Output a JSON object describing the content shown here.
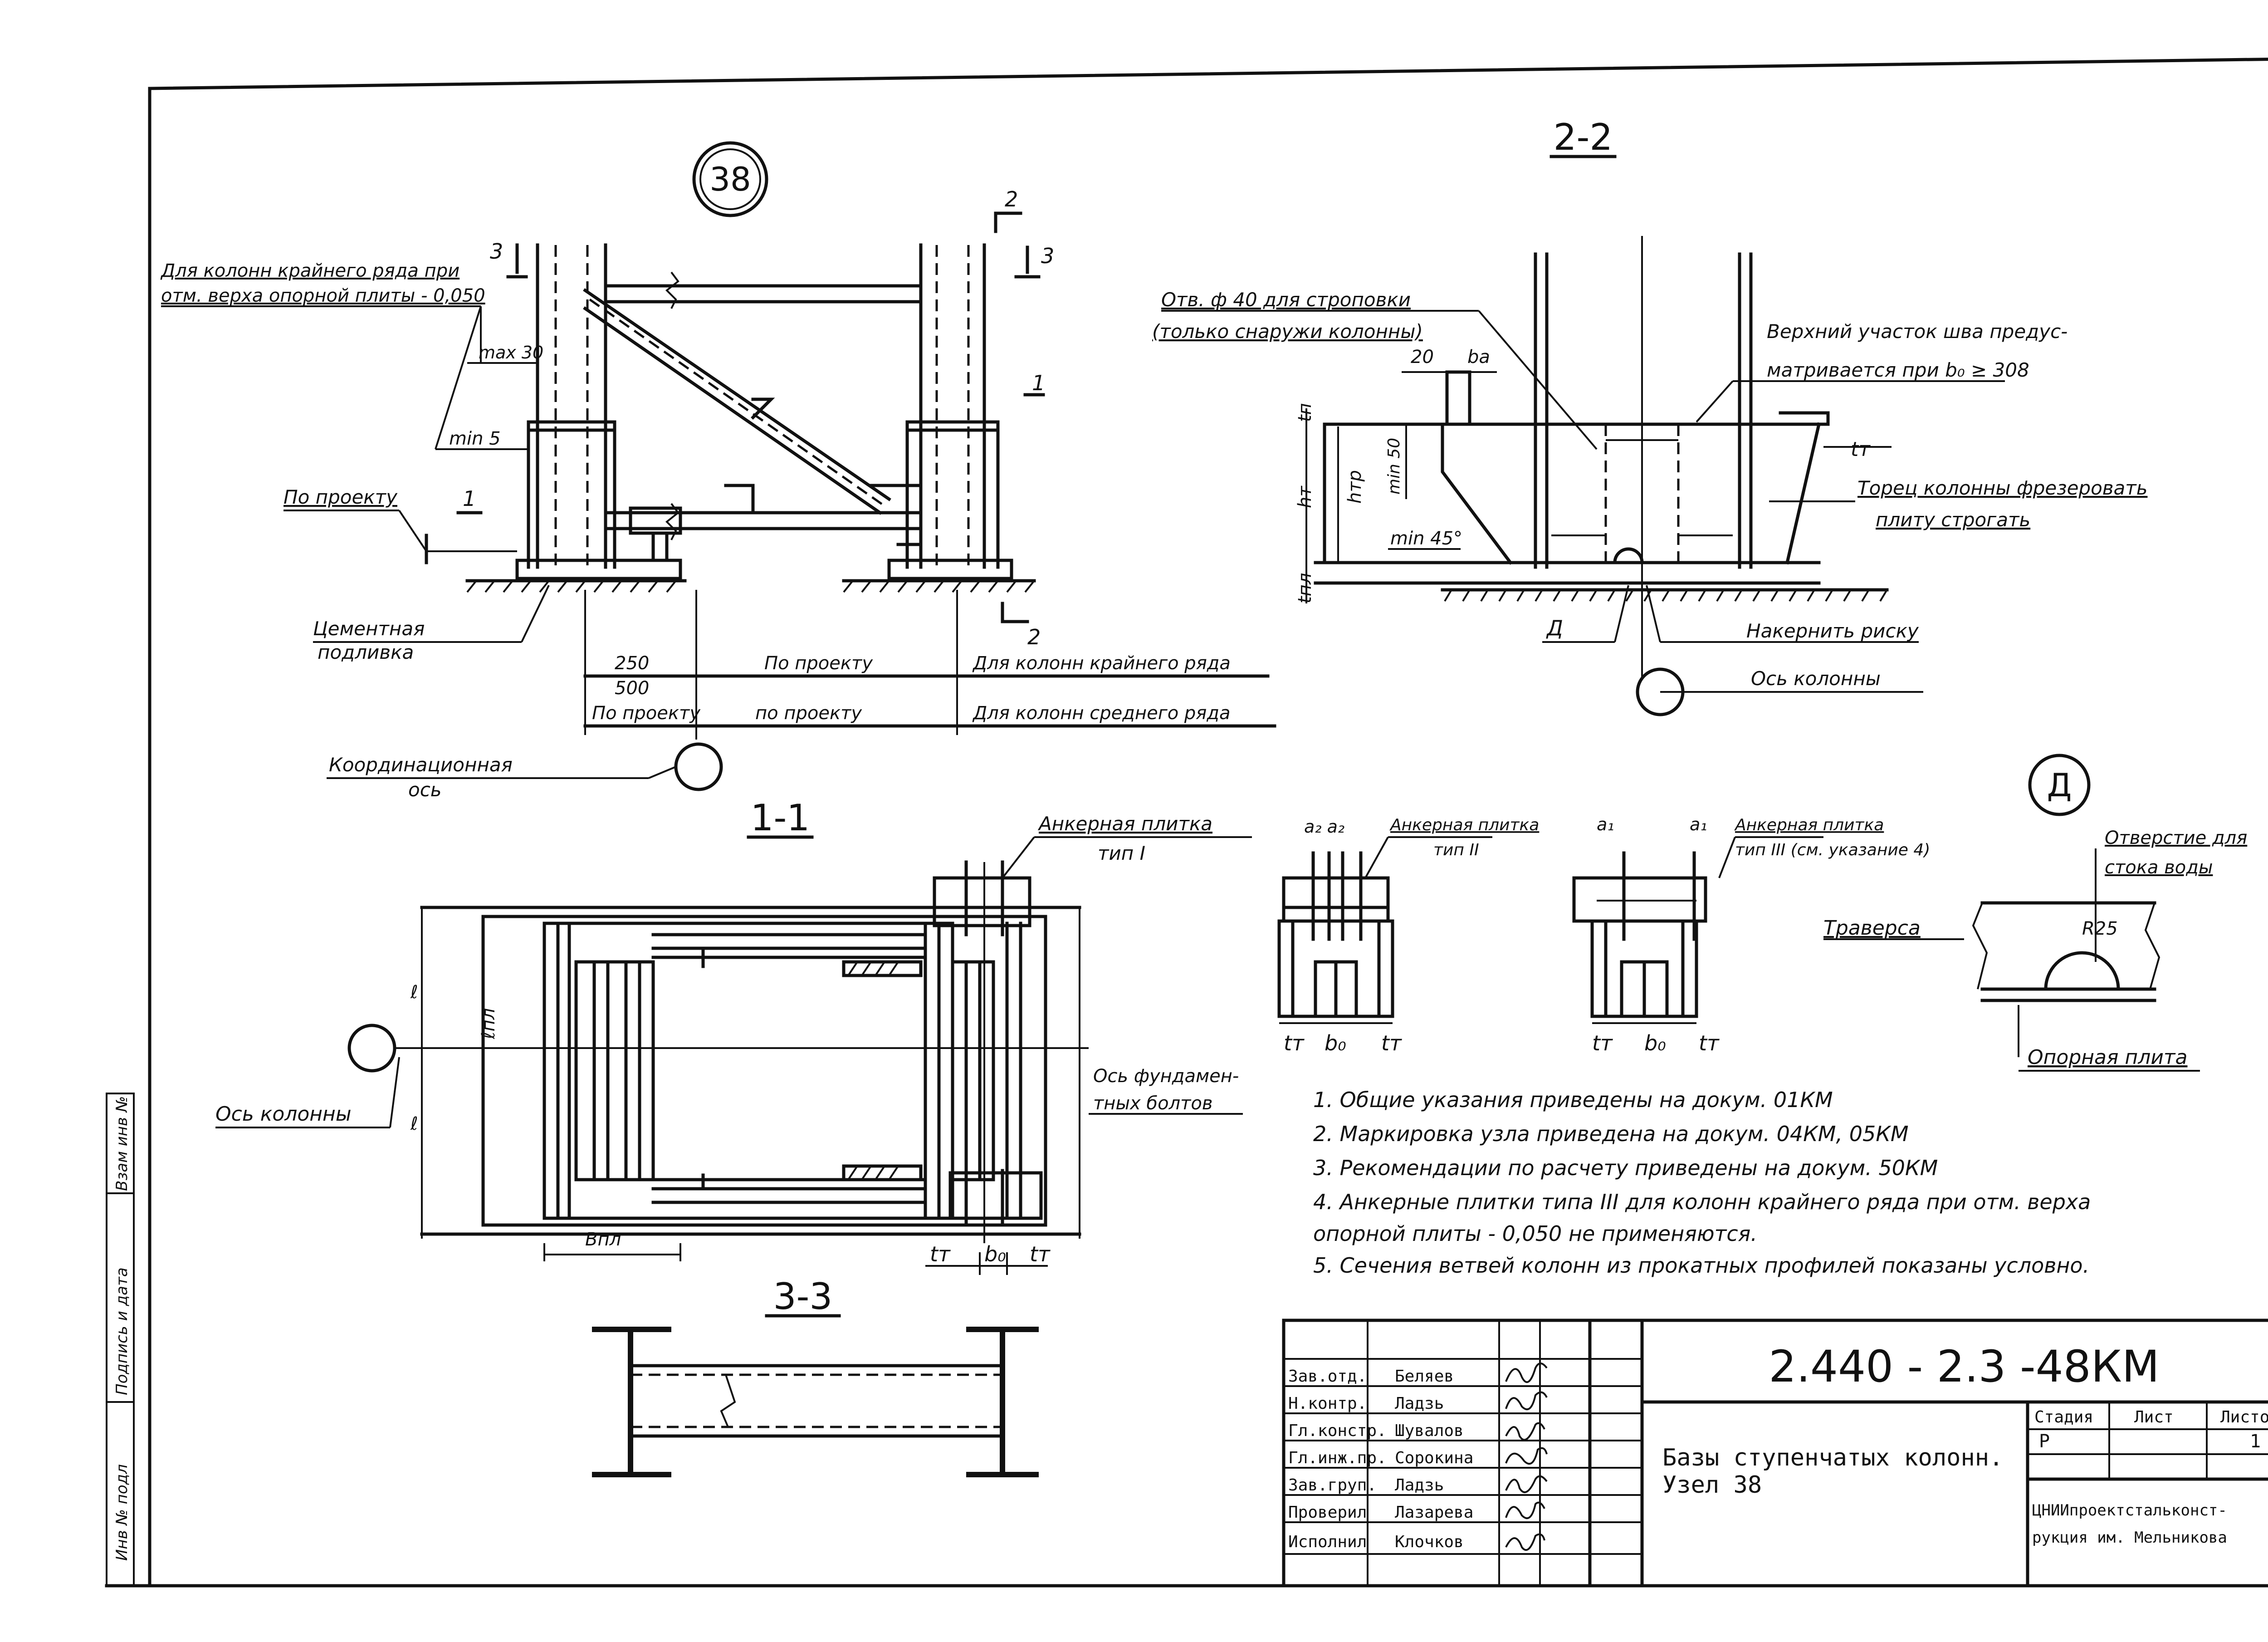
{
  "node_number": "38",
  "section_22": {
    "title": "2-2"
  },
  "section_11": {
    "title": "1-1"
  },
  "section_33": {
    "title": "3-3"
  },
  "detail_D": {
    "letter": "Д"
  },
  "elevation": {
    "section_mark_2": "2",
    "section_mark_3": "3",
    "section_mark_1": "1",
    "note_outer_row_1": "Для колонн крайнего ряда при",
    "note_outer_row_2": "отм. верха опорной плиты - 0,050",
    "max30": "max 30",
    "min5": "min 5",
    "per_project": "По проекту",
    "cement_1": "Цементная",
    "cement_2": "подливка",
    "coord_axis_1": "Координационная",
    "coord_axis_2": "ось",
    "dim_250": "250",
    "dim_500": "500",
    "row1_mid": "По проекту",
    "row1_right": "Для колонн крайнего ряда",
    "row2_left": "По проекту",
    "row2_mid": "по проекту",
    "row2_right": "Для колонн среднего ряда"
  },
  "sec22": {
    "hole_1": "Отв. ф 40 для строповки",
    "hole_2": "(только снаружи колонны)",
    "upper_weld_1": "Верхний участок шва предус-",
    "upper_weld_2": "матривается при b₀ ≥ 308",
    "dim_20": "20",
    "dim_ba": "bа",
    "tp": "tп",
    "ht": "hт",
    "htr": "hтр",
    "tnl": "tпл",
    "tt": "tт",
    "min50": "min 50",
    "min45": "min 45°",
    "end_mill_1": "Торец колонны фрезеровать",
    "end_mill_2": "плиту строгать",
    "mark_d": "Д",
    "mark_line": "Накернить риску",
    "col_axis": "Ось колонны"
  },
  "sec11": {
    "anchor_I_1": "Анкерная плитка",
    "anchor_I_2": "тип I",
    "col_axis": "Ось колонны",
    "found_bolts_1": "Ось фундамен-",
    "found_bolts_2": "тных болтов",
    "lpl": "ℓпл",
    "bpl": "Bпл",
    "tt_left": "tт",
    "b0": "b₀",
    "tt_right": "tт",
    "l_mark": "ℓ"
  },
  "anchors": {
    "a2_label_1": "Анкерная плитка",
    "a2_label_2": "тип II",
    "a2_dims": "a₂ a₂",
    "a3_label_1": "Анкерная плитка",
    "a3_label_2": "тип III (см. указание 4)",
    "a3_a1": "a₁",
    "a3_a1b": "a₁",
    "tt": "tт",
    "b0": "b₀"
  },
  "detail": {
    "drain_1": "Отверстие для",
    "drain_2": "стока воды",
    "traverse": "Траверса",
    "r25": "R25",
    "base_plate": "Опорная плита"
  },
  "notes": [
    "1. Общие указания приведены на докум. 01КМ",
    "2. Маркировка узла приведена на докум. 04КМ, 05КМ",
    "3. Рекомендации по расчету приведены на докум. 50КМ",
    "4. Анкерные плитки типа III для колонн крайнего ряда при отм. верха",
    "    опорной плиты - 0,050 не применяются.",
    "5. Сечения ветвей колонн из прокатных профилей показаны условно."
  ],
  "side_stamp": {
    "inv_podl": "Инв № подл",
    "podpis": "Подпись и дата",
    "vzam": "Взам инв №"
  },
  "title_block": {
    "doc_code": "2.440 - 2.3 -48КМ",
    "title_1": "Базы ступенчатых колонн.",
    "title_2": "Узел 38",
    "stage_header": "Стадия",
    "sheet_header": "Лист",
    "sheets_header": "Листов",
    "stage": "Р",
    "sheet": "",
    "sheets": "1",
    "org_1": "ЦНИИпроектстальконст-",
    "org_2": "рукция им. Мельникова",
    "staff": [
      {
        "role": "Зав.отд.",
        "name": "Беляев"
      },
      {
        "role": "Н.контр.",
        "name": "Ладзь"
      },
      {
        "role": "Гл.констр.",
        "name": "Шувалов"
      },
      {
        "role": "Гл.инж.пр.",
        "name": "Сорокина"
      },
      {
        "role": "Зав.груп.",
        "name": "Ладзь"
      },
      {
        "role": "Проверил",
        "name": "Лазарева"
      },
      {
        "role": "Исполнил",
        "name": "Клочков"
      }
    ]
  }
}
